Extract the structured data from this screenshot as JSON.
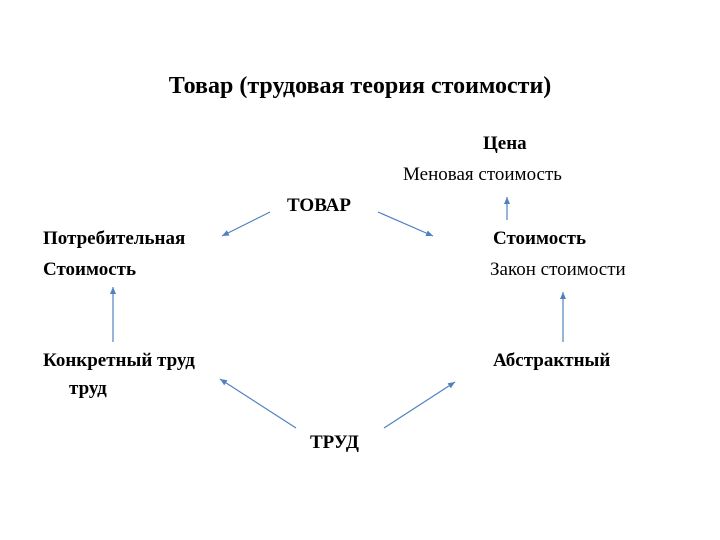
{
  "title": "Товар (трудовая теория стоимости)",
  "nodes": {
    "price": "Цена",
    "exchange_value": "Меновая стоимость",
    "commodity": "ТОВАР",
    "use_value_line1": "Потребительная",
    "use_value_line2": "Стоимость",
    "value": "Стоимость",
    "law_of_value": "Закон стоимости",
    "concrete_labor": "Конкретный труд",
    "abstract_labor_line1": "Абстрактный",
    "abstract_labor_line2": "труд",
    "labor": "ТРУД"
  },
  "colors": {
    "arrow": "#4f81bd",
    "text": "#000000"
  }
}
